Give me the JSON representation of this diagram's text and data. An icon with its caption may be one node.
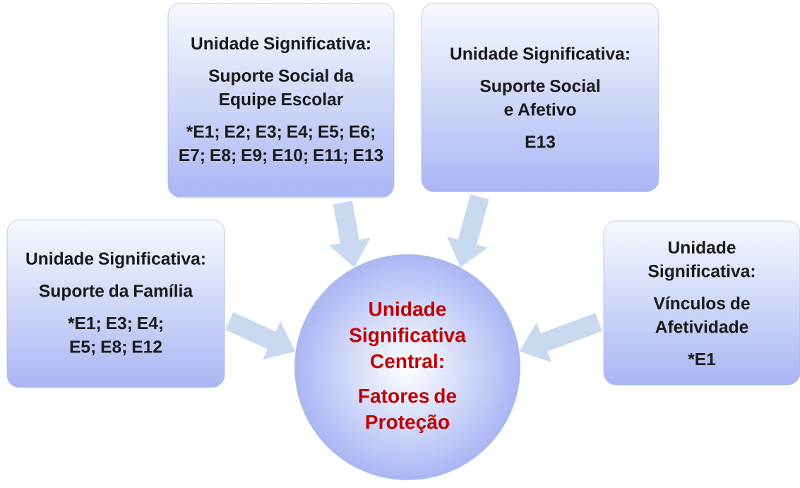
{
  "diagram": {
    "nodes": [
      {
        "text": [
          "Unidade Significativa:",
          "Suporte Social da Equipe Escolar",
          "*E1; E2; E3; E4; E5; E6; E7; E8; E9; E10; E11; E13"
        ]
      },
      {
        "text": [
          "Unidade Significativa:",
          "Suporte Social e Afetivo",
          "E13"
        ]
      },
      {
        "text": [
          "Unidade Significativa:",
          "Suporte da Família",
          "*E1; E3; E4; E5; E8; E12"
        ]
      },
      {
        "text": [
          "Unidade Significativa Central:",
          "Fatores de Proteção"
        ]
      },
      {
        "text": [
          "Unidade Significativa:",
          "Vínculos de Afetividade",
          "*E1"
        ]
      }
    ],
    "edges": [
      {
        "from": 0,
        "to": 3,
        "arrow": "to"
      },
      {
        "from": 1,
        "to": 3,
        "arrow": "to"
      },
      {
        "from": 2,
        "to": 3,
        "arrow": "to"
      },
      {
        "from": 4,
        "to": 3,
        "arrow": "to"
      }
    ]
  }
}
